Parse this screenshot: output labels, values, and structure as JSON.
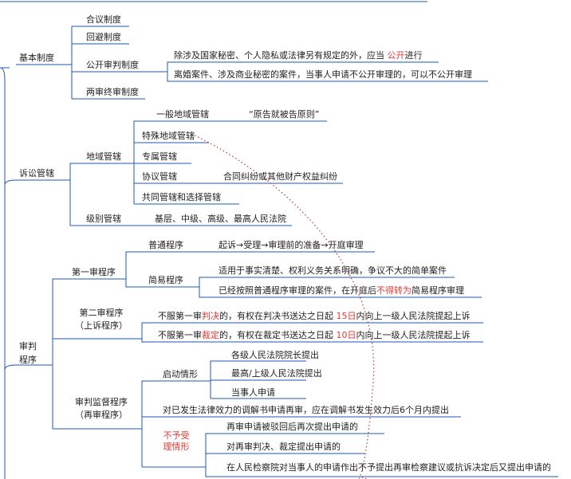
{
  "top_partial": "……………………………………………………………………………",
  "sections": {
    "basic": {
      "label": "基本制度",
      "items": {
        "hehe": "合议制度",
        "huibi": "回避制度",
        "gongkai": "公开审判制度",
        "liangshen": "两审终审制度"
      },
      "gongkai_details": {
        "line1_pre": "除涉及国家秘密、个人隐私或法律另有规定的外，应当",
        "line1_red": "公开",
        "line1_post": "进行",
        "line2": "离婚案件、涉及商业秘密的案件，当事人申请不公开审理的，可以不公开审理"
      }
    },
    "jurisdiction": {
      "label": "诉讼管辖",
      "regional": {
        "label": "地域管辖",
        "general": "一般地域管辖",
        "general_note": "“原告就被告原则”",
        "special": "特殊地域管辖",
        "exclusive": "专属管辖",
        "agreement": "协议管辖",
        "agreement_note": "合同纠纷或其他财产权益纠纷",
        "joint": "共同管辖和选择管辖"
      },
      "level": {
        "label": "级别管辖",
        "note": "基层、中级、高级、最高人民法院"
      }
    },
    "trial": {
      "label_line1": "审判",
      "label_line2": "程序",
      "first": {
        "label": "第一审程序",
        "ordinary": "普通程序",
        "ordinary_note": "起诉→受理→审理前的准备→开庭审理",
        "simple": "简易程序",
        "simple_note1": "适用于事实清楚、权利义务关系明确，争议不大的简单案件",
        "simple_note2_pre": "已经按照普通程序审理的案件，在开庭后",
        "simple_note2_red": "不得转为",
        "simple_note2_post": "简易程序审理"
      },
      "second": {
        "label_line1": "第二审程序",
        "label_line2": "（上诉程序）",
        "judgment_pre": "不服第一审",
        "judgment_red1": "判决",
        "judgment_mid": "的，有权在判决书送达之日起",
        "judgment_red2": "15日",
        "judgment_post": "内向上一级人民法院提起上诉",
        "ruling_pre": "不服第一审",
        "ruling_red1": "裁定",
        "ruling_mid": "的，有权在裁定书送达之日起",
        "ruling_red2": "10日",
        "ruling_post": "内向上一级人民法院提起上诉"
      },
      "supervision": {
        "label_line1": "审判监督程序",
        "label_line2": "（再审程序）",
        "start": {
          "label": "启动情形",
          "items": [
            "各级人民法院院长提出",
            "最高/上级人民法院提出",
            "当事人申请"
          ]
        },
        "mediation": "对已发生法律效力的调解书申请再审，应在调解书发生效力后6个月内提出",
        "rejected": {
          "label_line1": "不予受",
          "label_line2": "理情形",
          "items": [
            "再审申请被驳回后再次提出申请的",
            "对再审判决、裁定提出申请的",
            "在人民检察院对当事人的申请作出不予提出再审检察建议或抗诉决定后又提出申请的"
          ]
        }
      }
    }
  },
  "colors": {
    "line": "#1f5ab3",
    "accent": "#e53935",
    "dotted": "#c0392b"
  }
}
